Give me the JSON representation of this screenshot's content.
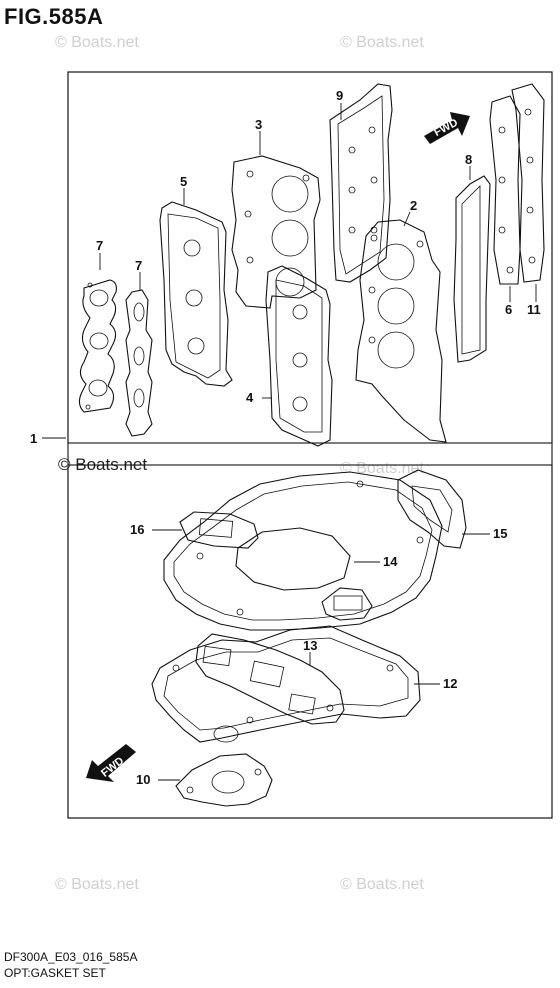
{
  "figure": {
    "title": "FIG.585A"
  },
  "watermarks": {
    "text": "© Boats.net",
    "prominent_text": "© Boats.net"
  },
  "direction_labels": {
    "upper": "FWD",
    "lower": "FWD"
  },
  "callouts": {
    "c1": "1",
    "c2": "2",
    "c3": "3",
    "c4": "4",
    "c5": "5",
    "c6": "6",
    "c7a": "7",
    "c7b": "7",
    "c8": "8",
    "c9": "9",
    "c10": "10",
    "c11": "11",
    "c12": "12",
    "c13": "13",
    "c14": "14",
    "c15": "15",
    "c16": "16"
  },
  "footer": {
    "code": "DF300A_E03_016_585A",
    "caption": "OPT:GASKET SET"
  },
  "colors": {
    "line": "#111111",
    "watermark": "#cfcfcf",
    "background": "#ffffff"
  }
}
